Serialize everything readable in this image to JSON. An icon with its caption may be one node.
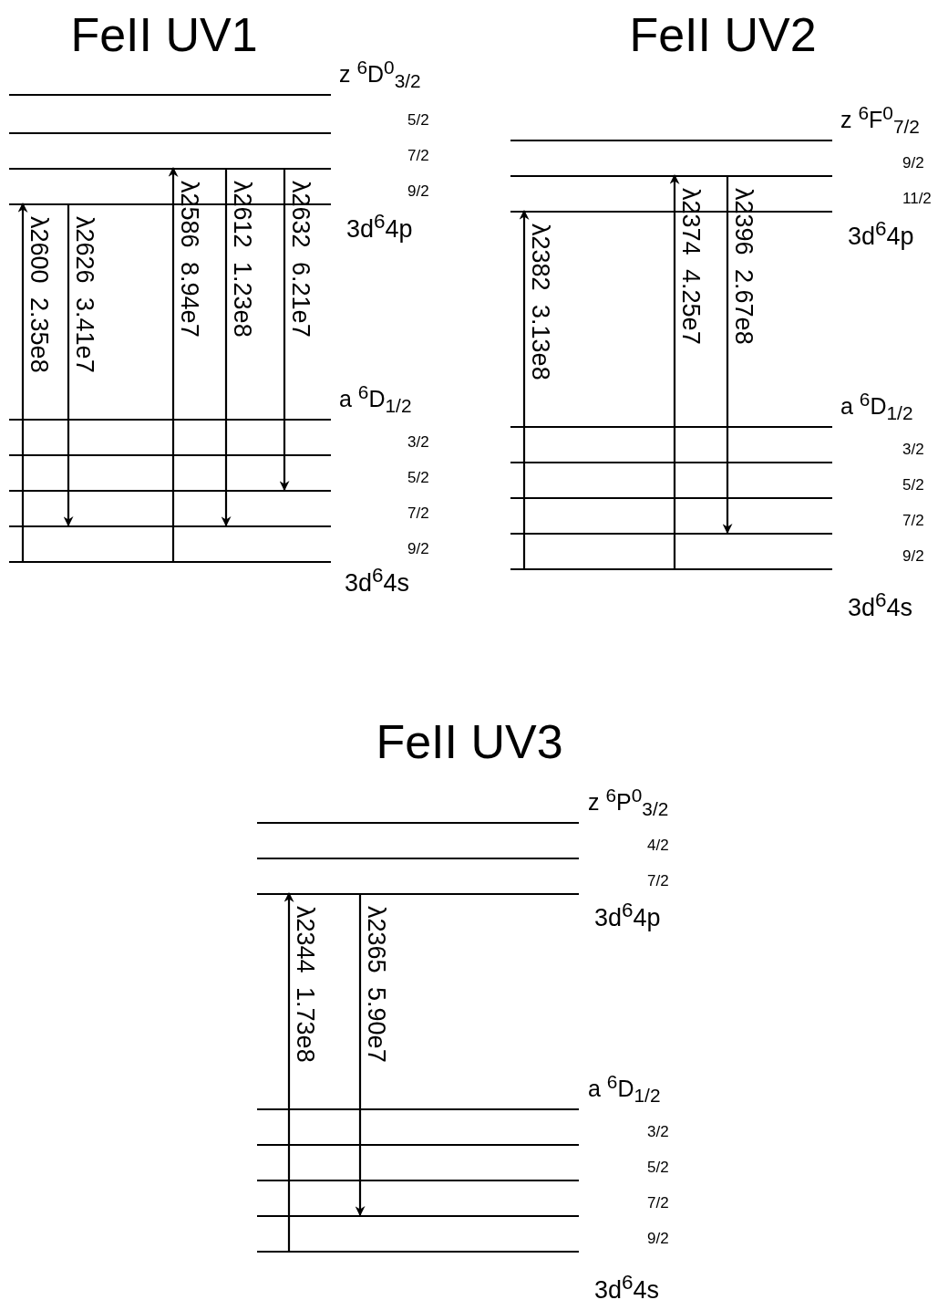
{
  "diagram": {
    "nodes": [
      {
        "text": [
          "z $^{6}$D$^{0}$$_{3/2}$"
        ]
      },
      {
        "text": [
          "5/2"
        ]
      },
      {
        "text": [
          "7/2"
        ]
      },
      {
        "text": [
          "9/2"
        ]
      },
      {
        "text": [
          "a $^{6}$D$_{1/2}$"
        ]
      },
      {
        "text": [
          "3/2"
        ]
      },
      {
        "text": [
          "5/2"
        ]
      },
      {
        "text": [
          "7/2"
        ]
      },
      {
        "text": [
          "9/2"
        ]
      },
      {
        "text": [
          "z $^{6}$F$^{0}$$_{7/2}$"
        ]
      },
      {
        "text": [
          "9/2"
        ]
      },
      {
        "text": [
          "11/2"
        ]
      },
      {
        "text": [
          "a $^{6}$D$_{1/2}$"
        ]
      },
      {
        "text": [
          "3/2"
        ]
      },
      {
        "text": [
          "5/2"
        ]
      },
      {
        "text": [
          "7/2"
        ]
      },
      {
        "text": [
          "9/2"
        ]
      },
      {
        "text": [
          "z $^{6}$P$^{0}$$_{3/2}$"
        ]
      },
      {
        "text": [
          "4/2"
        ]
      },
      {
        "text": [
          "7/2"
        ]
      },
      {
        "text": [
          "a $^{6}$D$_{1/2}$"
        ]
      },
      {
        "text": [
          "3/2"
        ]
      },
      {
        "text": [
          "5/2"
        ]
      },
      {
        "text": [
          "7/2"
        ]
      },
      {
        "text": [
          "9/2"
        ]
      }
    ],
    "edges": [
      {
        "from": 8,
        "to": 3,
        "arrow": "to",
        "label": "λ2600 2.35e8"
      },
      {
        "from": 3,
        "to": 7,
        "arrow": "to",
        "label": "λ2626 3.41e7"
      },
      {
        "from": 8,
        "to": 2,
        "arrow": "to",
        "label": "λ2586 8.94e7"
      },
      {
        "from": 2,
        "to": 7,
        "arrow": "to",
        "label": "λ2612 1.23e8"
      },
      {
        "from": 2,
        "to": 6,
        "arrow": "to",
        "label": "λ2632 6.21e7"
      },
      {
        "from": 16,
        "to": 11,
        "arrow": "to",
        "label": "λ2382 3.13e8"
      },
      {
        "from": 16,
        "to": 10,
        "arrow": "to",
        "label": "λ2374 4.25e7"
      },
      {
        "from": 10,
        "to": 15,
        "arrow": "to",
        "label": "λ2396 2.67e8"
      },
      {
        "from": 24,
        "to": 19,
        "arrow": "to",
        "label": "λ2344 1.73e8"
      },
      {
        "from": 19,
        "to": 23,
        "arrow": "to",
        "label": "λ2365 5.90e7"
      }
    ],
    "labels": [
      "FeII UV1",
      "FeII UV2",
      "3d$^{6}$4p",
      "3d$^{6}$4p",
      "3d$^{6}$4s",
      "3d$^{6}$4s",
      "FeII UV3",
      "3d$^{6}$4p",
      "3d$^{6}$4s"
    ]
  }
}
